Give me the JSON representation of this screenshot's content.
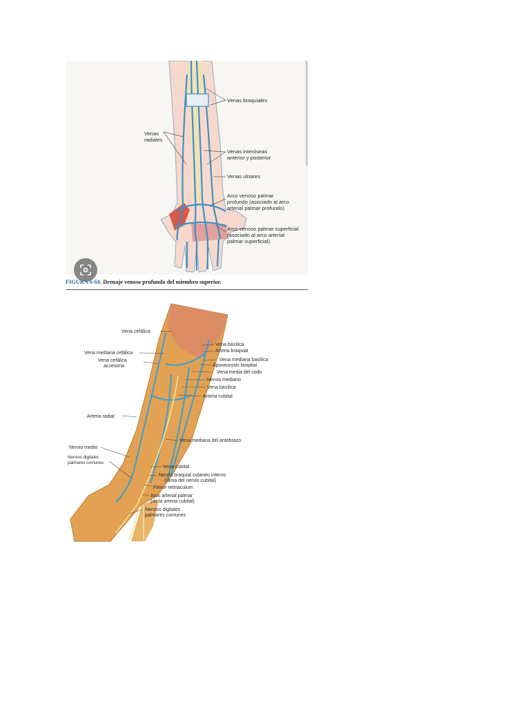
{
  "figure1": {
    "labels": {
      "venas_braquiales": "Venas braquiales",
      "venas_radiales_1": "Venas",
      "venas_radiales_2": "radiales",
      "interoseas_1": "Venas interóseas",
      "interoseas_2": "anterior y posterior",
      "ulnares": "Venas ulnares",
      "arco_prof_1": "Arco venoso palmar",
      "arco_prof_2": "profundo (asociado al arco",
      "arco_prof_3": "arterial palmar profundo)",
      "arco_sup_1": "Arco venoso palmar superficial",
      "arco_sup_2": "(asociado al arco arterial",
      "arco_sup_3": "palmar superficial)"
    },
    "caption_number": "FIGURA 6-68.",
    "caption_text": " Drenaje venoso profundo del miembro superior."
  },
  "lens_button": {
    "icon": "lens-icon"
  },
  "figure2": {
    "labels": {
      "vena_cefalica": "Vena cefálica",
      "vena_basilica_top": "Vena basílica",
      "arteria_braquial": "Arteria braquial",
      "mediana_cefalica": "Vena mediana cefálica",
      "cefalica_accesoria_1": "Vena cefálica",
      "cefalica_accesoria_2": "accesoria",
      "mediana_basilica": "Vena mediana basílica",
      "aponeurosis": "Aponeurosis bisipital",
      "media_codo": "Vena media del codo",
      "nervio_mediano": "Nervio mediano",
      "vena_basilica": "Vena basílica",
      "arteria_cubital": "Arteria cubital",
      "arteria_radial": "Arteria radial",
      "mediana_antebrazo": "Vena mediana del antebrazo",
      "nervio_medio": "Nervio medio",
      "digitales_izq_1": "Nervios digitales",
      "digitales_izq_2": "palmares comunes",
      "vena_cubital": "Vena cubital",
      "braquial_cutaneo_1": "Nervio braquial cutaneo interno",
      "braquial_cutaneo_2": "(rama del nervio cubital)",
      "flexor": "Flexor retinaculum",
      "arco_arterial_1": "Arco arterial palmar",
      "arco_arterial_2": "(de la arteria cubital)",
      "digitales_der_1": "Nervios digitales",
      "digitales_der_2": "palmares comunes"
    }
  }
}
